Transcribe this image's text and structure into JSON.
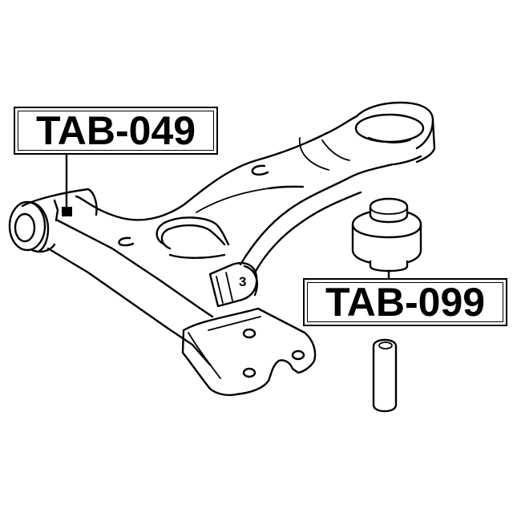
{
  "diagram": {
    "title": "Front lower control arm with bushings",
    "labels": [
      {
        "id": "part-1",
        "text": "TAB-049",
        "points_to": "rear bushing of control arm (left end)"
      },
      {
        "id": "part-2",
        "text": "TAB-099",
        "points_to": "front bushing assembly (right)"
      }
    ],
    "callouts": [
      {
        "text": "3",
        "location": "ball joint mounting tab"
      }
    ],
    "components": [
      "lower-control-arm",
      "rear-bushing-sleeve",
      "front-bushing-eye",
      "front-bushing",
      "inner-sleeve",
      "ball-joint-plate",
      "stabilizer-clip"
    ],
    "colors": {
      "line": "#000000",
      "background": "#ffffff"
    }
  }
}
